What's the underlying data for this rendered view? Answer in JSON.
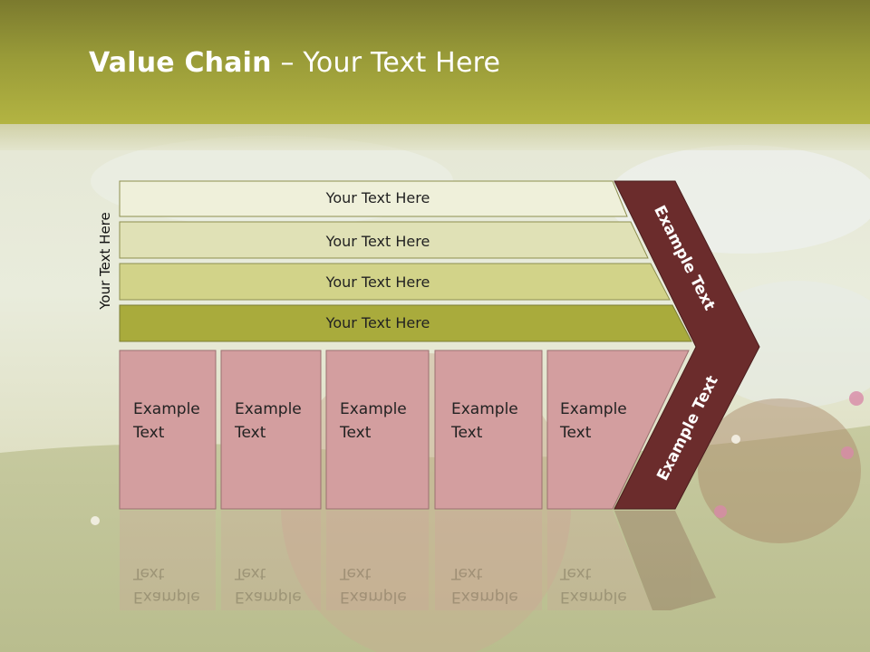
{
  "title": {
    "bold": "Value Chain",
    "rest": " – Your Text Here"
  },
  "side_label": "Your Text Here",
  "rows": [
    {
      "label": "Your Text Here"
    },
    {
      "label": "Your Text Here"
    },
    {
      "label": "Your Text Here"
    },
    {
      "label": "Your Text Here"
    }
  ],
  "cells": [
    {
      "label": "Example\nText"
    },
    {
      "label": "Example\nText"
    },
    {
      "label": "Example\nText"
    },
    {
      "label": "Example\nText"
    },
    {
      "label": "Example\nText"
    }
  ],
  "arrow_upper": "Example Text",
  "arrow_lower": "Example Text",
  "colors": {
    "title_bar": "#a3a53d",
    "row_fills": [
      "#eff0da",
      "#e0e1b6",
      "#d2d389",
      "#a9ab3c"
    ],
    "cell_fill": "#d39e9f",
    "arrow_fill": "#6b2c2c"
  }
}
